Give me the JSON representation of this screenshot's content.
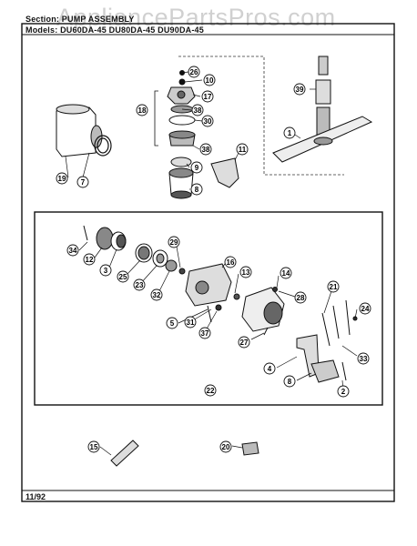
{
  "header": {
    "section_line": "Section: PUMP ASSEMBLY",
    "models_line": "Models: DU60DA-45  DU80DA-45  DU90DA-45"
  },
  "watermark": "AppliancePartsPros.com",
  "footer": {
    "date": "11/92"
  },
  "part_labels": [
    "26",
    "10",
    "17",
    "38",
    "30",
    "18",
    "38",
    "9",
    "8",
    "11",
    "19",
    "7",
    "1",
    "39",
    "34",
    "12",
    "3",
    "25",
    "23",
    "32",
    "29",
    "16",
    "13",
    "14",
    "28",
    "21",
    "24",
    "5",
    "31",
    "37",
    "27",
    "4",
    "8",
    "33",
    "2",
    "22",
    "15",
    "20"
  ]
}
